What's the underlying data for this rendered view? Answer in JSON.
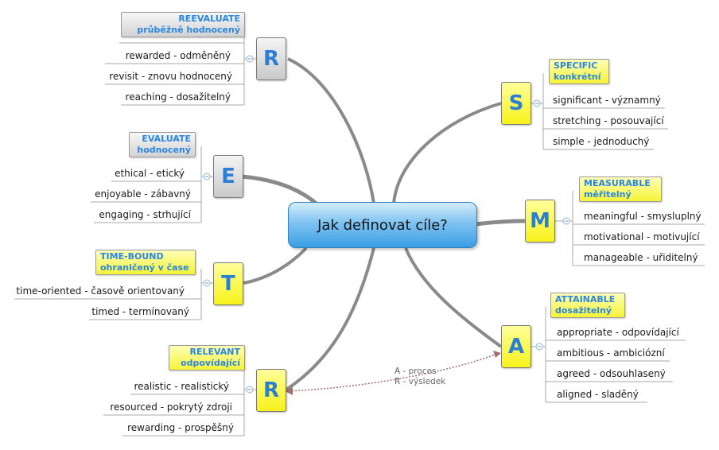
{
  "central": {
    "title": "Jak definovat cíle?"
  },
  "colors": {
    "letter_text": "#2a7fd4",
    "header_text": "#2a86e0",
    "branch": "#8a8a8a",
    "yellow": "#f7f21a",
    "gray": "#c9c9c9",
    "central_blue": "#3a9ee4"
  },
  "branches": {
    "s": {
      "letter": "S",
      "header": {
        "en": "SPECIFIC",
        "cz": "konkrétní"
      },
      "items": [
        "significant - významný",
        "stretching - posouvající",
        "simple - jednoduchý"
      ]
    },
    "m": {
      "letter": "M",
      "header": {
        "en": "MEASURABLE",
        "cz": "měřitelný"
      },
      "items": [
        "meaningful - smysluplný",
        "motivational - motivující",
        "manageable - uřiditelný"
      ]
    },
    "a": {
      "letter": "A",
      "header": {
        "en": "ATTAINABLE",
        "cz": "dosažitelný"
      },
      "items": [
        "appropriate - odpovídající",
        "ambitious - ambiciózní",
        "agreed - odsouhlasený",
        "aligned - sladěný"
      ]
    },
    "r1": {
      "letter": "R",
      "header": {
        "en": "REEVALUATE",
        "cz": "průběžně hodnocený"
      },
      "items": [
        "rewarded - odměněný",
        "revisit - znovu hodnocený",
        "reaching - dosažitelný"
      ]
    },
    "e": {
      "letter": "E",
      "header": {
        "en": "EVALUATE",
        "cz": "hodnocený"
      },
      "items": [
        "ethical - etický",
        "enjoyable - zábavný",
        "engaging - strhující"
      ]
    },
    "t": {
      "letter": "T",
      "header": {
        "en": "TIME-BOUND",
        "cz": "ohraničený v čase"
      },
      "items": [
        "time-oriented - časově orientovaný",
        "timed - termínovaný"
      ]
    },
    "r2": {
      "letter": "R",
      "header": {
        "en": "RELEVANT",
        "cz": "odpovídající"
      },
      "items": [
        "realistic - realistický",
        "resourced - pokrytý zdroji",
        "rewarding - prospěšný"
      ]
    }
  },
  "relationship": {
    "line1": "A - proces",
    "line2": "R - výsledek"
  }
}
